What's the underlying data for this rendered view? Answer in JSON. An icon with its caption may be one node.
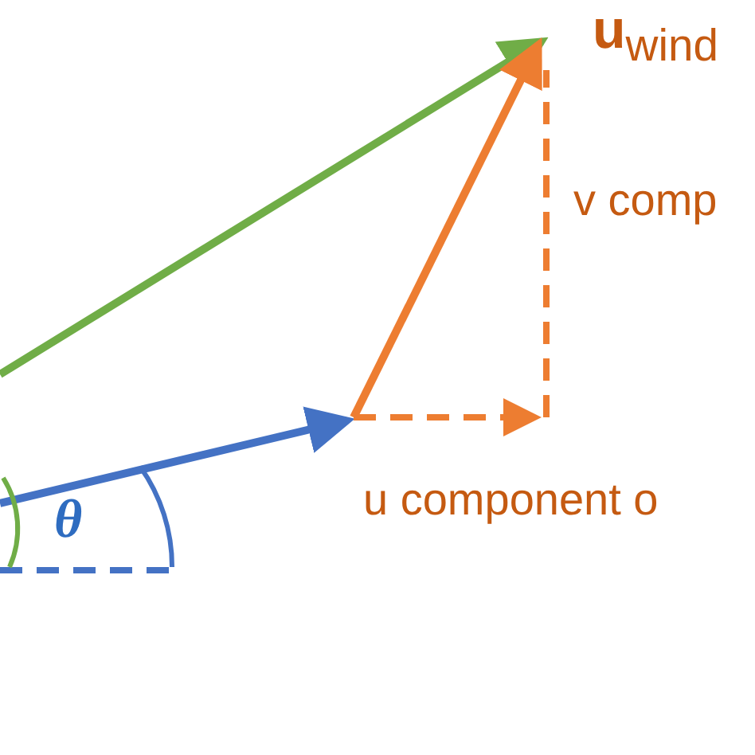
{
  "diagram": {
    "labels": [
      "**u**$_{wind}$",
      "v comp",
      "u component o",
      "θ"
    ]
  }
}
